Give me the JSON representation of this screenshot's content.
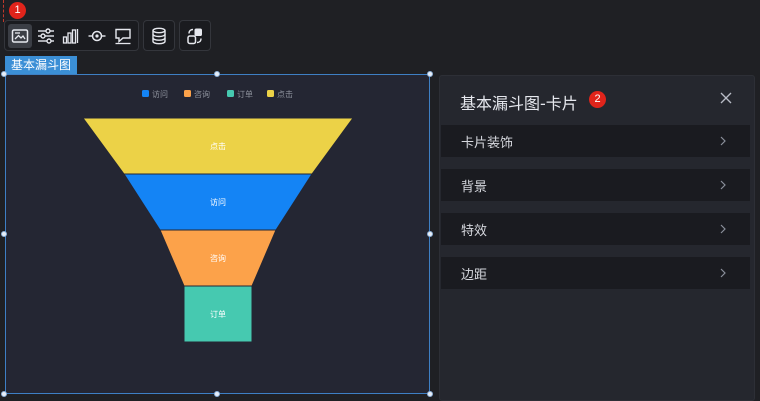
{
  "annotations": {
    "marker_1": "1",
    "marker_2": "2"
  },
  "toolbar": {
    "buttons": [
      {
        "icon": "image-icon"
      },
      {
        "icon": "sliders-icon"
      },
      {
        "icon": "bar-chart-icon"
      },
      {
        "icon": "eye-icon"
      },
      {
        "icon": "comment-icon"
      },
      {
        "icon": "database-icon"
      },
      {
        "icon": "swap-icon"
      }
    ]
  },
  "component": {
    "title": "基本漏斗图"
  },
  "chart_data": {
    "type": "funnel",
    "legend": [
      "访问",
      "咨询",
      "订单",
      "点击"
    ],
    "stages": [
      {
        "name": "点击",
        "color": "#ecd247"
      },
      {
        "name": "访问",
        "color": "#1484f5"
      },
      {
        "name": "咨询",
        "color": "#fca24a"
      },
      {
        "name": "订单",
        "color": "#46c9b0"
      }
    ],
    "legend_colors": [
      "#1484f5",
      "#fca24a",
      "#46c9b0",
      "#ecd247"
    ],
    "legend_position": "top-center"
  },
  "panel": {
    "title": "基本漏斗图-卡片",
    "sections": [
      {
        "label": "卡片装饰"
      },
      {
        "label": "背景"
      },
      {
        "label": "特效"
      },
      {
        "label": "边距"
      }
    ]
  },
  "colors": {
    "accent": "#3b8fd6",
    "badge": "#e0241b",
    "background": "#1f2024",
    "canvas": "#242633"
  }
}
